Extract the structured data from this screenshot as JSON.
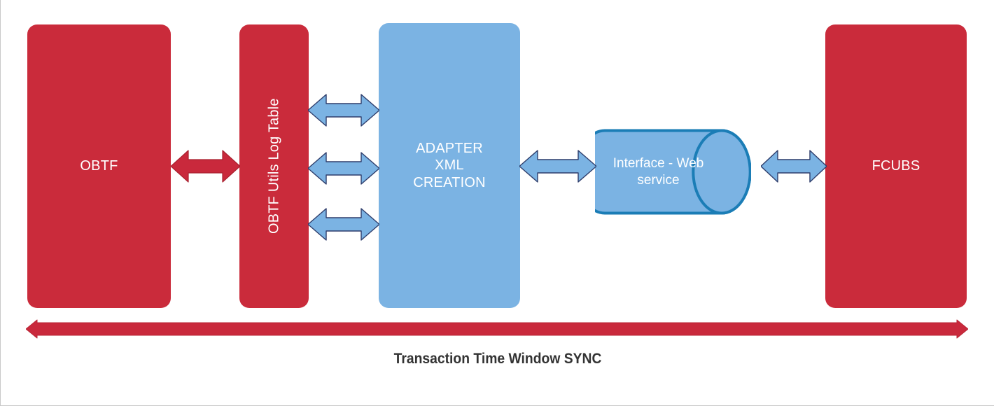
{
  "diagram": {
    "title_caption": "Transaction Time Window SYNC",
    "colors": {
      "red_fill": "#CA2B3B",
      "blue_fill": "#7BB3E3",
      "cylinder_stroke": "#1B7DB6",
      "arrow_blue_stroke": "#2E3D6B",
      "caption_text": "#333333",
      "box_text": "#FFFFFF",
      "background": "#FFFFFF"
    },
    "nodes": [
      {
        "id": "obtf",
        "label": "OBTF",
        "shape": "rounded-rectangle",
        "fill": "red",
        "orientation": "horizontal"
      },
      {
        "id": "logtable",
        "label": "OBTF Utils Log Table",
        "shape": "rounded-rectangle",
        "fill": "red",
        "orientation": "vertical"
      },
      {
        "id": "adapter",
        "label": "ADAPTER\nXML\nCREATION",
        "shape": "rounded-rectangle",
        "fill": "blue",
        "orientation": "horizontal"
      },
      {
        "id": "interface",
        "label": "Interface - Web\nservice",
        "shape": "cylinder",
        "fill": "blue",
        "orientation": "horizontal"
      },
      {
        "id": "fcubs",
        "label": "FCUBS",
        "shape": "rounded-rectangle",
        "fill": "red",
        "orientation": "horizontal"
      }
    ],
    "connectors": [
      {
        "id": "obtf-logtable",
        "from": "obtf",
        "to": "logtable",
        "style": "double-arrow",
        "color": "red"
      },
      {
        "id": "logtable-adapter-1",
        "from": "logtable",
        "to": "adapter",
        "style": "double-arrow",
        "color": "blue"
      },
      {
        "id": "logtable-adapter-2",
        "from": "logtable",
        "to": "adapter",
        "style": "double-arrow",
        "color": "blue"
      },
      {
        "id": "logtable-adapter-3",
        "from": "logtable",
        "to": "adapter",
        "style": "double-arrow",
        "color": "blue"
      },
      {
        "id": "adapter-interface",
        "from": "adapter",
        "to": "interface",
        "style": "double-arrow",
        "color": "blue"
      },
      {
        "id": "interface-fcubs",
        "from": "interface",
        "to": "fcubs",
        "style": "double-arrow",
        "color": "blue"
      },
      {
        "id": "sync-span",
        "from": "obtf",
        "to": "fcubs",
        "style": "double-arrow-bar",
        "color": "red",
        "label": "Transaction Time Window SYNC"
      }
    ]
  }
}
